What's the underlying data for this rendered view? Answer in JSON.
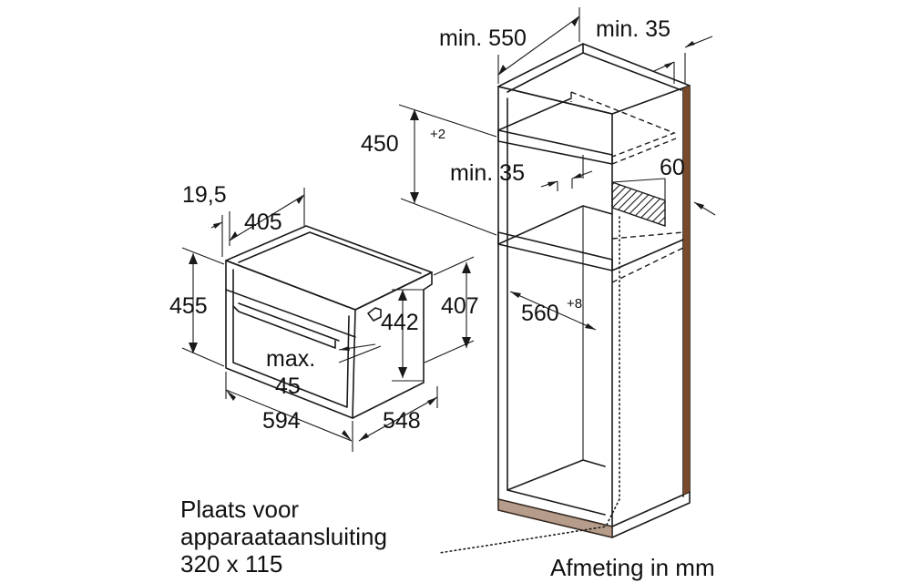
{
  "dimensions": {
    "min_550": "min. 550",
    "min_35_top": "min. 35",
    "d450": "450",
    "d450_sup": "+2",
    "min_35_mid": "min. 35",
    "d60": "60",
    "d560": "560",
    "d560_sup": "+8",
    "d19_5": "19,5",
    "d405": "405",
    "d455": "455",
    "d442": "442",
    "d407": "407",
    "max_line1": "max.",
    "max_line2": "45",
    "d594": "594",
    "d548": "548"
  },
  "notes": {
    "connection_line1": "Plaats voor",
    "connection_line2": "apparaataansluiting",
    "connection_line3": "320 x 115",
    "units": "Afmeting in mm"
  },
  "colors": {
    "line": "#1a1a1a",
    "cabinet_edge": "#7a4a2c",
    "hatch": "#1a1a1a"
  }
}
